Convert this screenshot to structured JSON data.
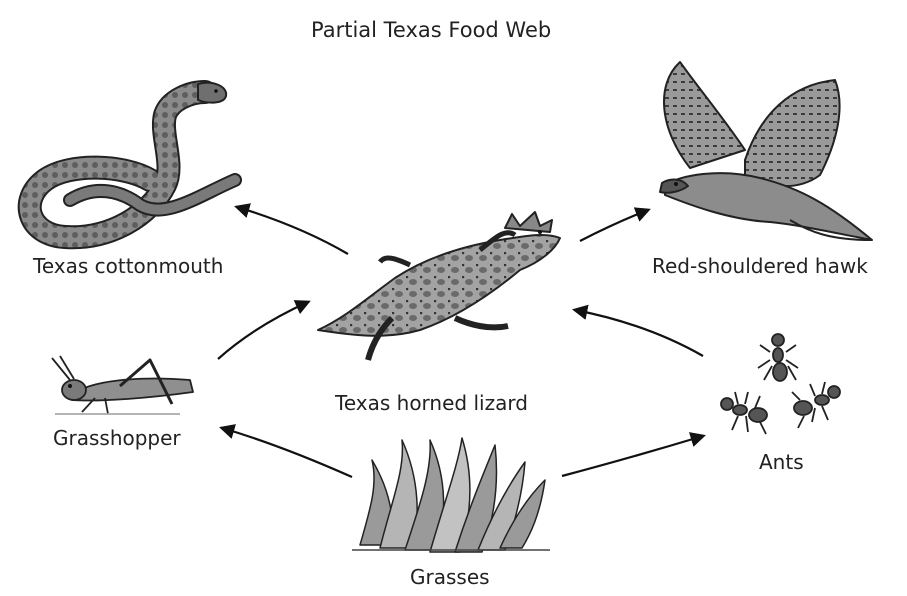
{
  "title": "Partial Texas Food Web",
  "organisms": {
    "cottonmouth": "Texas cottonmouth",
    "hawk": "Red-shouldered hawk",
    "lizard": "Texas horned lizard",
    "grasshopper": "Grasshopper",
    "ants": "Ants",
    "grasses": "Grasses"
  },
  "links": [
    {
      "from": "Texas horned lizard",
      "to": "Texas cottonmouth"
    },
    {
      "from": "Texas horned lizard",
      "to": "Red-shouldered hawk"
    },
    {
      "from": "Grasshopper",
      "to": "Texas horned lizard"
    },
    {
      "from": "Ants",
      "to": "Texas horned lizard"
    },
    {
      "from": "Grasses",
      "to": "Grasshopper"
    },
    {
      "from": "Grasses",
      "to": "Ants"
    }
  ]
}
